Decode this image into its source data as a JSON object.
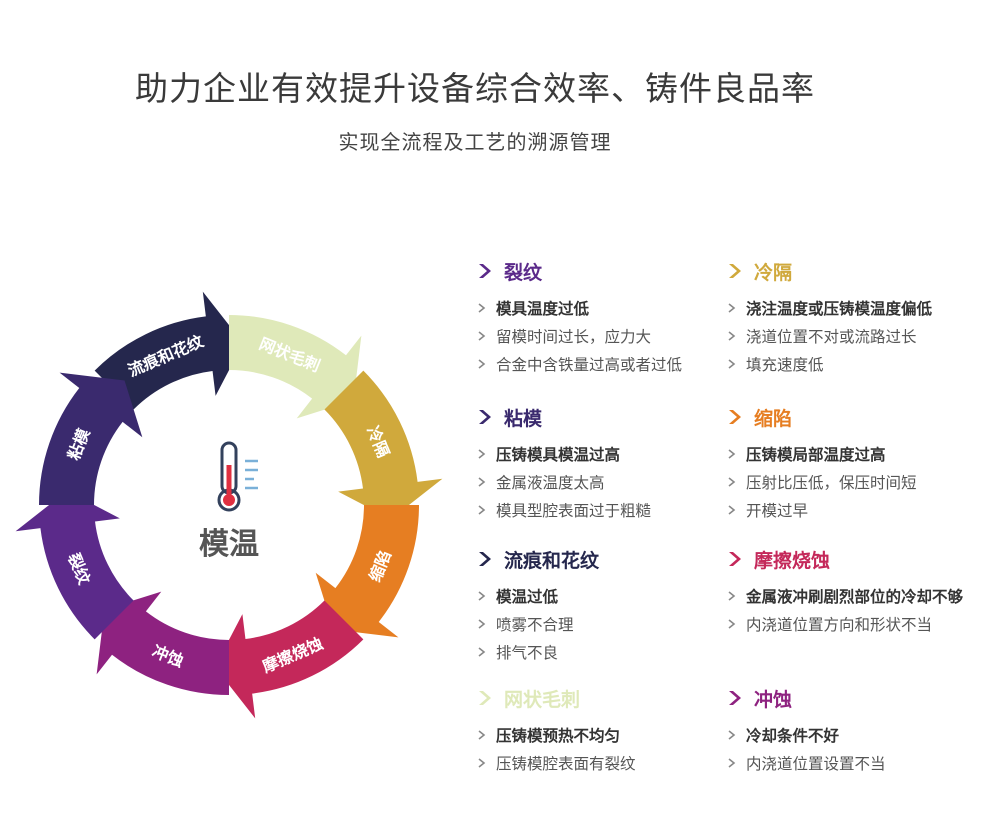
{
  "header": {
    "title": "助力企业有效提升设备综合效率、铸件良品率",
    "subtitle": "实现全流程及工艺的溯源管理"
  },
  "cycle": {
    "center_label": "模温",
    "center_icon": "thermometer-icon",
    "segments": [
      {
        "label": "流痕和花纹",
        "color": "#25274d"
      },
      {
        "label": "网状毛刺",
        "color": "#dfe9b9"
      },
      {
        "label": "冷隔",
        "color": "#d0a93c"
      },
      {
        "label": "缩陷",
        "color": "#e67e22"
      },
      {
        "label": "摩擦烧蚀",
        "color": "#c4285a"
      },
      {
        "label": "冲蚀",
        "color": "#8e2280"
      },
      {
        "label": "裂纹",
        "color": "#5b2a8a"
      },
      {
        "label": "粘模",
        "color": "#3a2a6e"
      }
    ]
  },
  "defects": [
    {
      "title": "裂纹",
      "color": "#5b2a8a",
      "causes": [
        "模具温度过低",
        "留模时间过长，应力大",
        "合金中含铁量过高或者过低"
      ]
    },
    {
      "title": "冷隔",
      "color": "#d0a93c",
      "causes": [
        "浇注温度或压铸模温度偏低",
        "浇道位置不对或流路过长",
        "填充速度低"
      ]
    },
    {
      "title": "粘模",
      "color": "#3a2a6e",
      "causes": [
        "压铸模具模温过高",
        "金属液温度太高",
        "模具型腔表面过于粗糙"
      ]
    },
    {
      "title": "缩陷",
      "color": "#e67e22",
      "causes": [
        "压铸模局部温度过高",
        "压射比压低，保压时间短",
        "开模过早"
      ]
    },
    {
      "title": "流痕和花纹",
      "color": "#25274d",
      "causes": [
        "模温过低",
        "喷雾不合理",
        "排气不良"
      ]
    },
    {
      "title": "摩擦烧蚀",
      "color": "#c4285a",
      "causes": [
        "金属液冲刷剧烈部位的冷却不够",
        "内浇道位置方向和形状不当"
      ]
    },
    {
      "title": "网状毛刺",
      "color": "#dfe9b9",
      "causes": [
        "压铸模预热不均匀",
        "压铸模腔表面有裂纹"
      ]
    },
    {
      "title": "冲蚀",
      "color": "#8e2280",
      "causes": [
        "冷却条件不好",
        "内浇道位置设置不当"
      ]
    }
  ]
}
